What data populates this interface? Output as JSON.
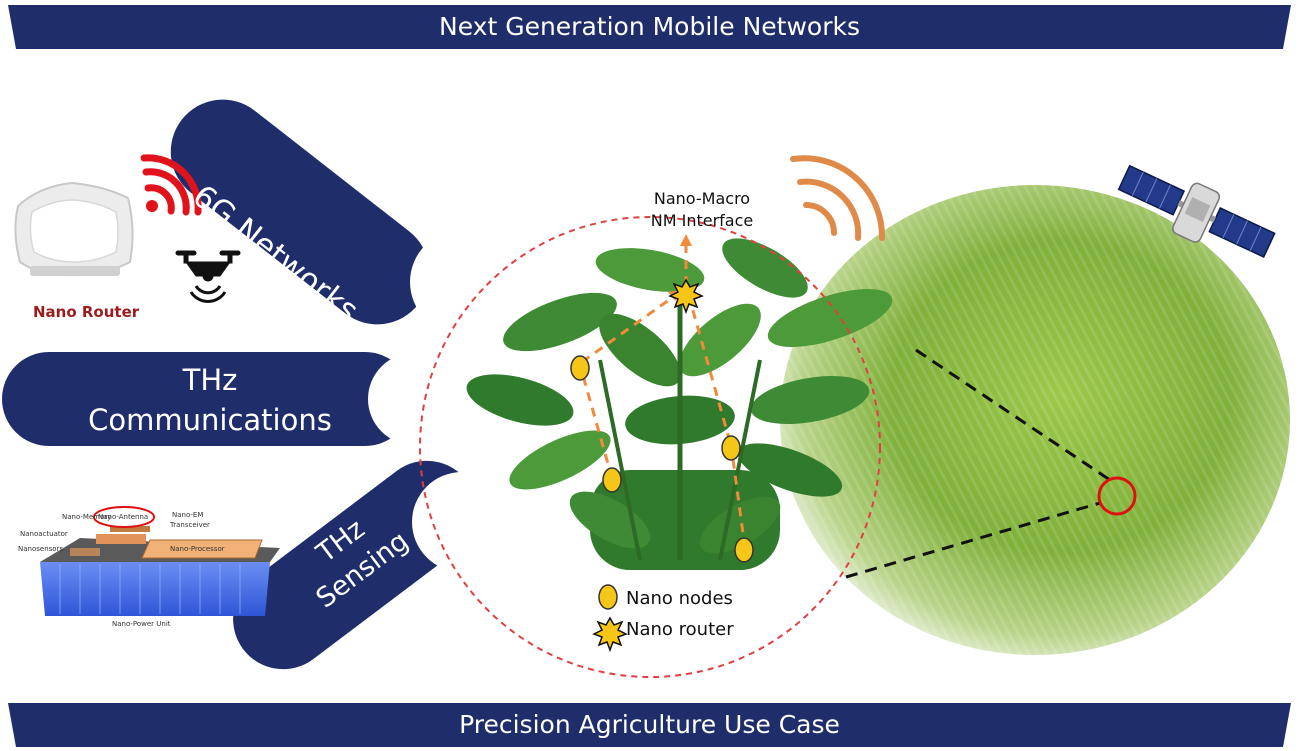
{
  "banners": {
    "top": "Next Generation Mobile Networks",
    "bottom": "Precision Agriculture Use Case"
  },
  "pills": {
    "g6": "6G Networks",
    "thz_comm_line1": "THz",
    "thz_comm_line2": "Communications",
    "thz_sense_line1": "THz",
    "thz_sense_line2": "Sensing"
  },
  "labels": {
    "nano_router_device": "Nano Router",
    "nm_interface_line1": "Nano-Macro",
    "nm_interface_line2": "NM Interface",
    "legend_nodes": "Nano nodes",
    "legend_router": "Nano router"
  },
  "chip_labels": {
    "memory": "Nano-Memory",
    "antenna": "Nano-Antenna",
    "em": "Nano-EM",
    "transceiver": "Transceiver",
    "actuator": "Nanoactuator",
    "sensors": "Nanosensors",
    "processor": "Nano-Processor",
    "power": "Nano-Power Unit"
  },
  "icons": [
    "router-device-icon",
    "wifi-signal-icon",
    "drone-icon",
    "satellite-icon",
    "nano-chip-icon",
    "plant-image",
    "field-image"
  ],
  "colors": {
    "navy": "#1f2d6b",
    "node": "#f5c518",
    "arrow": "#f08a3c",
    "signal_red": "#e0131d",
    "signal_orange": "#e08a4a",
    "dashed_circle": "#e04040",
    "target_circle": "#e01010"
  }
}
